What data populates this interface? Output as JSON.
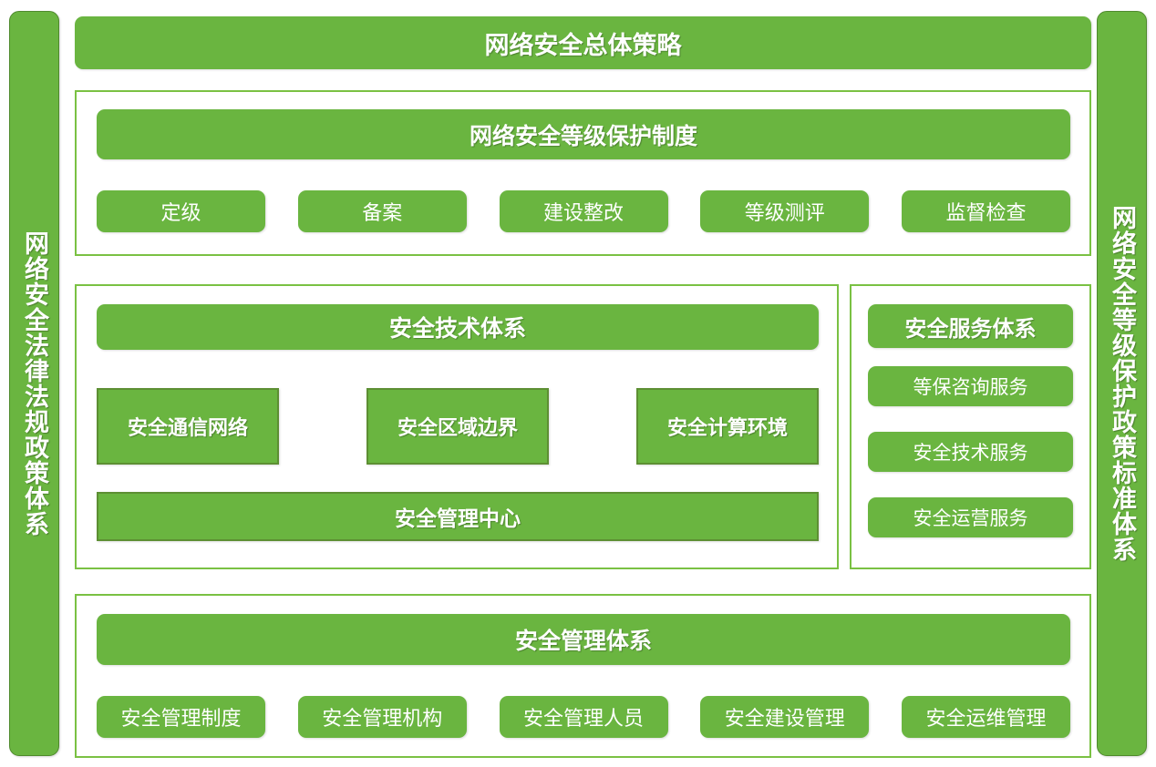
{
  "diagram": {
    "title": "网络安全总体策略",
    "accent_color": "#6ab540",
    "border_color": "#7ac143",
    "inner_border_color": "#5d8f33",
    "text_color": "#ffffff"
  },
  "left_pillar": {
    "label": "网络安全法律法规政策体系"
  },
  "right_pillar": {
    "label": "网络安全等级保护政策标准体系"
  },
  "grading_system": {
    "title": "网络安全等级保护制度",
    "steps": [
      {
        "label": "定级"
      },
      {
        "label": "备案"
      },
      {
        "label": "建设整改"
      },
      {
        "label": "等级测评"
      },
      {
        "label": "监督检查"
      }
    ]
  },
  "technical_system": {
    "title": "安全技术体系",
    "layers": [
      {
        "label": "安全通信网络"
      },
      {
        "label": "安全区域边界"
      },
      {
        "label": "安全计算环境"
      }
    ],
    "center": {
      "label": "安全管理中心"
    }
  },
  "service_system": {
    "title": "安全服务体系",
    "services": [
      {
        "label": "等保咨询服务"
      },
      {
        "label": "安全技术服务"
      },
      {
        "label": "安全运营服务"
      }
    ]
  },
  "management_system": {
    "title": "安全管理体系",
    "items": [
      {
        "label": "安全管理制度"
      },
      {
        "label": "安全管理机构"
      },
      {
        "label": "安全管理人员"
      },
      {
        "label": "安全建设管理"
      },
      {
        "label": "安全运维管理"
      }
    ]
  }
}
